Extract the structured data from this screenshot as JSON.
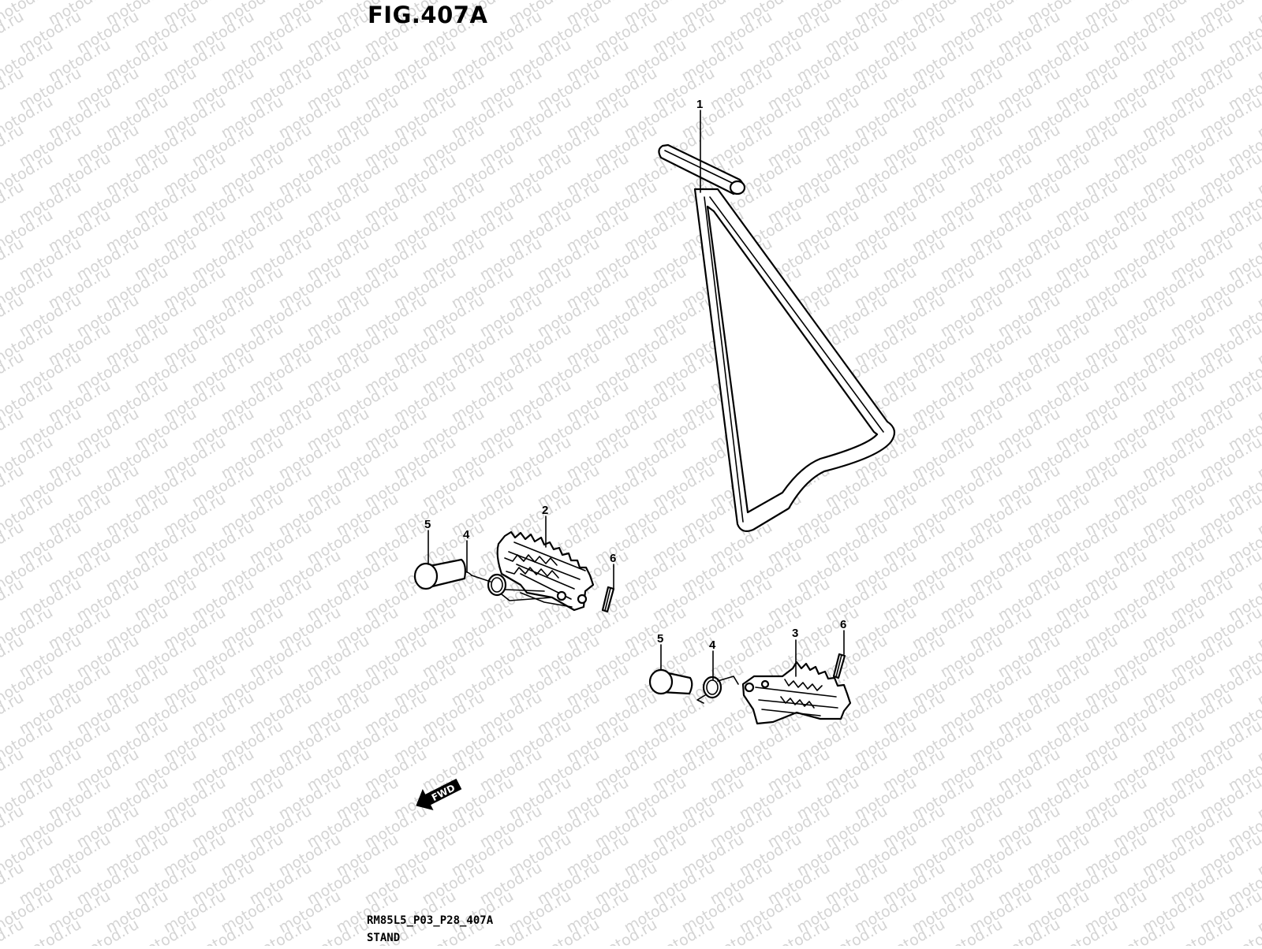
{
  "figure": {
    "title": "FIG.407A",
    "code": "RM85L5_P03_P28_407A",
    "name": "STAND"
  },
  "watermark": {
    "text": "motod.ru",
    "color": "#d4d4d4"
  },
  "direction_arrow": {
    "label": "FWD"
  },
  "callouts": [
    {
      "id": "1",
      "label": "1"
    },
    {
      "id": "2",
      "label": "2"
    },
    {
      "id": "3",
      "label": "3"
    },
    {
      "id": "4a",
      "label": "4"
    },
    {
      "id": "4b",
      "label": "4"
    },
    {
      "id": "5a",
      "label": "5"
    },
    {
      "id": "5b",
      "label": "5"
    },
    {
      "id": "6a",
      "label": "6"
    },
    {
      "id": "6b",
      "label": "6"
    }
  ]
}
